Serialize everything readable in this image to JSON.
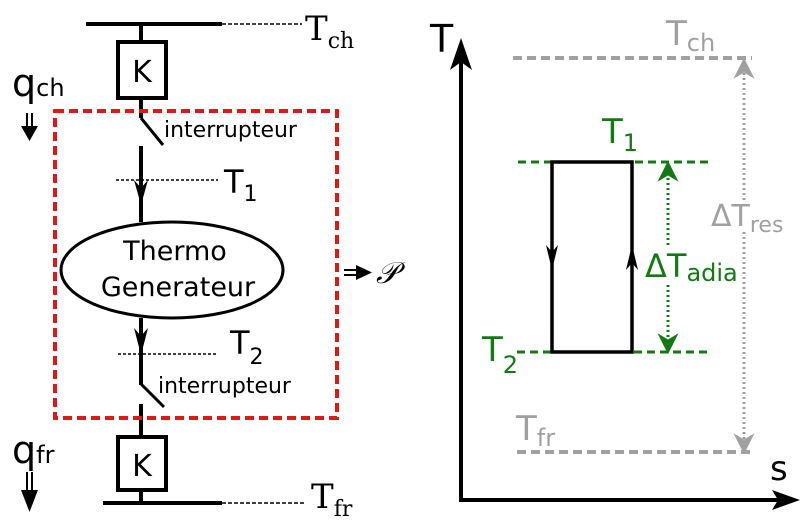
{
  "colors": {
    "ink": "#000000",
    "boundary": "#e01818",
    "green": "#137a13",
    "gray": "#a0a0a0"
  },
  "left_diagram": {
    "hot_reservoir": {
      "symbol": "T",
      "subscript": "ch"
    },
    "cold_reservoir": {
      "symbol": "T",
      "subscript": "fr"
    },
    "top_conductance": {
      "label": "K"
    },
    "bottom_conductance": {
      "label": "K"
    },
    "heat_in": {
      "symbol": "q",
      "subscript": "ch"
    },
    "heat_out": {
      "symbol": "q",
      "subscript": "fr"
    },
    "top_switch": {
      "label": "interrupteur"
    },
    "bottom_switch": {
      "label": "interrupteur"
    },
    "node_t1": {
      "symbol": "T",
      "subscript": "1"
    },
    "node_t2": {
      "symbol": "T",
      "subscript": "2"
    },
    "generator": {
      "line1": "Thermo",
      "line2": "Generateur"
    },
    "power_output": {
      "arrow": "⇒",
      "symbol": "𝒫"
    }
  },
  "right_diagram": {
    "y_axis_label": "T",
    "x_axis_label": "s",
    "t_ch": {
      "symbol": "T",
      "subscript": "ch"
    },
    "t_fr": {
      "symbol": "T",
      "subscript": "fr"
    },
    "t1": {
      "symbol": "T",
      "subscript": "1"
    },
    "t2": {
      "symbol": "T",
      "subscript": "2"
    },
    "delta_adia": {
      "symbol": "ΔT",
      "subscript": "adia"
    },
    "delta_res": {
      "symbol": "ΔT",
      "subscript": "res"
    }
  }
}
